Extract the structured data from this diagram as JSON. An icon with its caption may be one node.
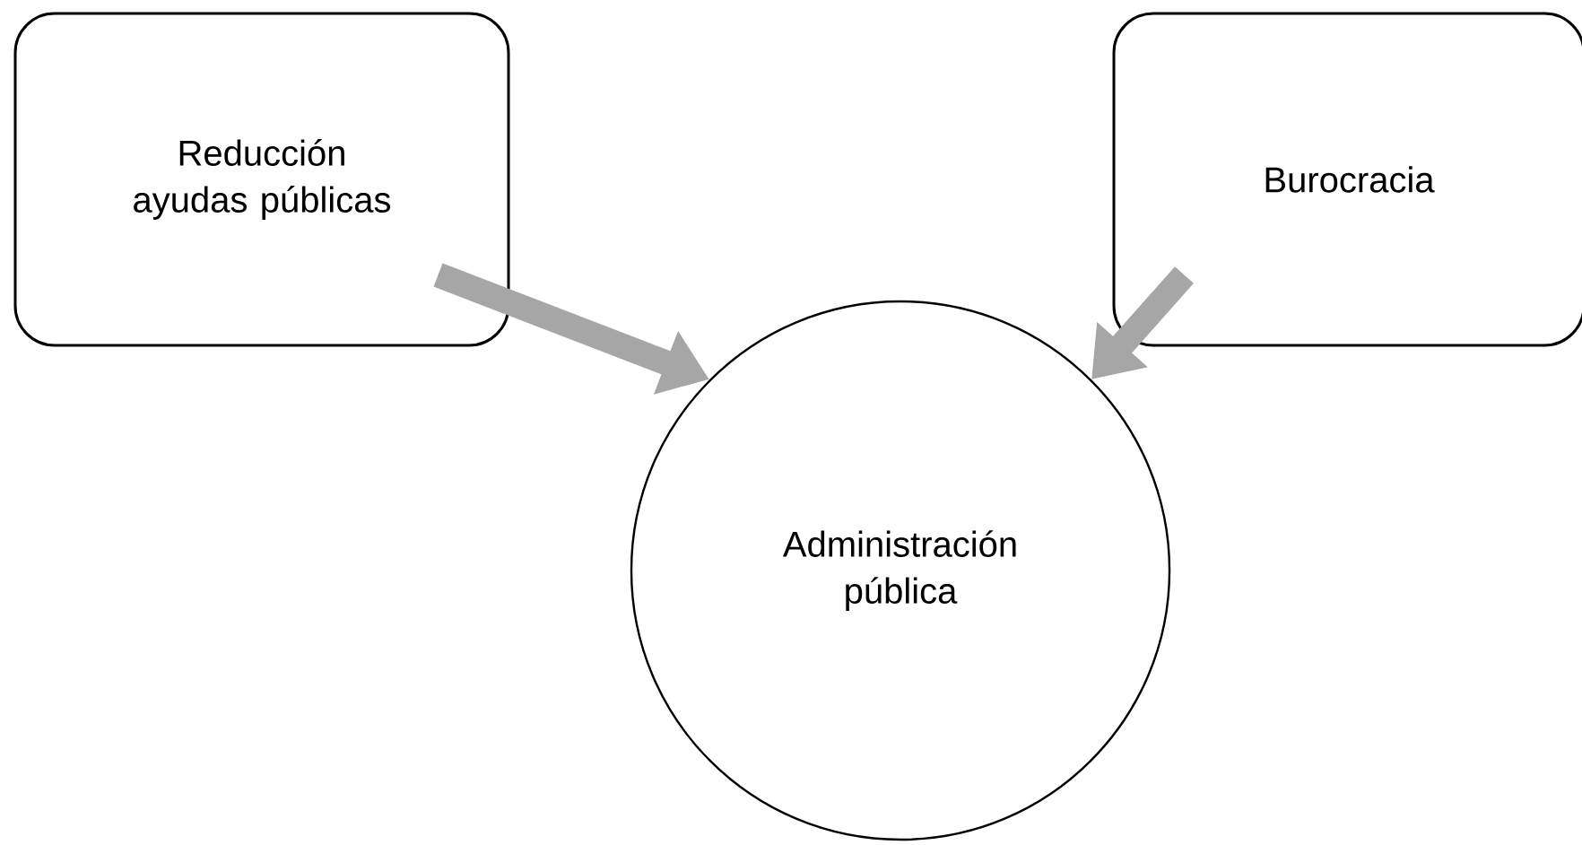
{
  "diagram": {
    "nodes": [
      {
        "text": [
          "Reducción ayudas públicas"
        ]
      },
      {
        "text": [
          "Burocracia"
        ]
      },
      {
        "text": [
          "Administración pública"
        ]
      }
    ],
    "edges": [
      {
        "from": 0,
        "to": 2,
        "arrow": "to"
      },
      {
        "from": 1,
        "to": 2,
        "arrow": "to"
      }
    ]
  }
}
